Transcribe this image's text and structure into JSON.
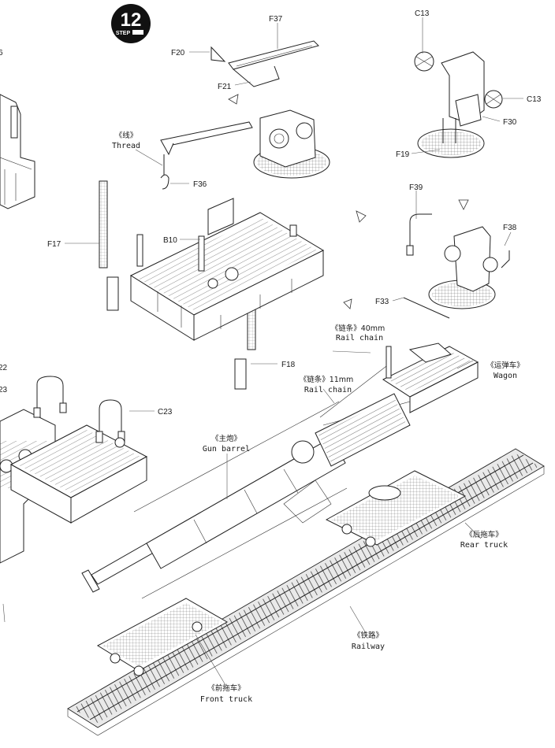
{
  "step": {
    "number": "12",
    "word": "STEP"
  },
  "parts": {
    "f37": "F37",
    "f20": "F20",
    "f21": "F21",
    "f36": "F36",
    "f17": "F17",
    "b10": "B10",
    "f18": "F18",
    "c13a": "C13",
    "c13b": "C13",
    "f30": "F30",
    "f19": "F19",
    "f39": "F39",
    "f38": "F38",
    "f33": "F33",
    "c23": "C23"
  },
  "edge_fragments": {
    "left_top": "6",
    "left_mid1": "22",
    "left_mid2": "23"
  },
  "captions": {
    "thread": {
      "cn": "《线》",
      "en": "Thread"
    },
    "chain40": {
      "cn": "《链条》40mm",
      "en": "Rail chain"
    },
    "chain11": {
      "cn": "《链条》11mm",
      "en": "Rail chain"
    },
    "wagon": {
      "cn": "《运弹车》",
      "en": "Wagon"
    },
    "barrel": {
      "cn": "《主炮》",
      "en": "Gun barrel"
    },
    "rear": {
      "cn": "《后拖车》",
      "en": "Rear truck"
    },
    "railway": {
      "cn": "《铁路》",
      "en": "Railway"
    },
    "front": {
      "cn": "《前拖车》",
      "en": "Front truck"
    }
  }
}
